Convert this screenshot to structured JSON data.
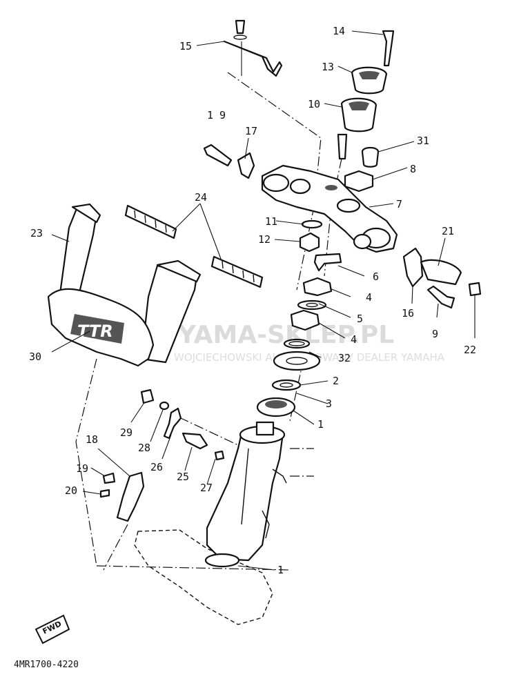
{
  "diagram": {
    "catalog_code": "4MR1700-4220",
    "fwd_label": "FWD",
    "logo_text": "TTR",
    "watermark": {
      "line1": "YAMA-SKLEP.PL",
      "line2": "WOJCIECHOWSKI AUTORYZOWANY DEALER YAMAHA"
    },
    "callouts": {
      "c1a": "1",
      "c1b": "1",
      "c2": "2",
      "c3": "3",
      "c4a": "4",
      "c4b": "4",
      "c5": "5",
      "c6": "6",
      "c7": "7",
      "c8": "8",
      "c9": "9",
      "c10": "10",
      "c11": "11",
      "c12": "12",
      "c13": "13",
      "c14": "14",
      "c15": "15",
      "c16": "16",
      "c17": "17",
      "c18": "18",
      "c19a": "1 9",
      "c19b": "19",
      "c20": "20",
      "c21": "21",
      "c22": "22",
      "c23": "23",
      "c24": "24",
      "c25": "25",
      "c26": "26",
      "c27": "27",
      "c28": "28",
      "c29": "29",
      "c30": "30",
      "c31": "31",
      "c32": "32"
    }
  }
}
